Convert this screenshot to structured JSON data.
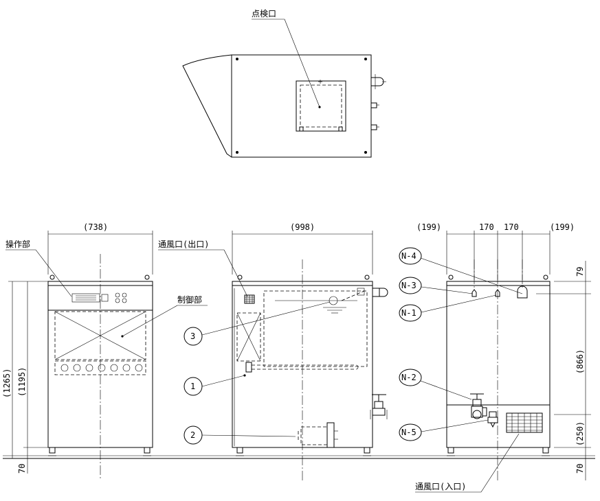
{
  "labels": {
    "inspection_port": "点検口",
    "operation_unit": "操作部",
    "control_unit": "制御部",
    "vent_outlet": "通風口(出口)",
    "vent_inlet": "通風口(入口)"
  },
  "dimensions": {
    "front_width": "(738)",
    "side_width": "(998)",
    "rear_left": "(199)",
    "rear_mid1": "170",
    "rear_mid2": "170",
    "rear_right": "(199)",
    "height_total": "(1265)",
    "height_body": "(1195)",
    "foot_left": "70",
    "top_right": "79",
    "mid_right": "(866)",
    "low_right": "(250)",
    "foot_right": "70"
  },
  "callouts": {
    "c1": "1",
    "c2": "2",
    "c3": "3"
  },
  "nozzles": {
    "n1": "N-1",
    "n2": "N-2",
    "n3": "N-3",
    "n4": "N-4",
    "n5": "N-5"
  }
}
